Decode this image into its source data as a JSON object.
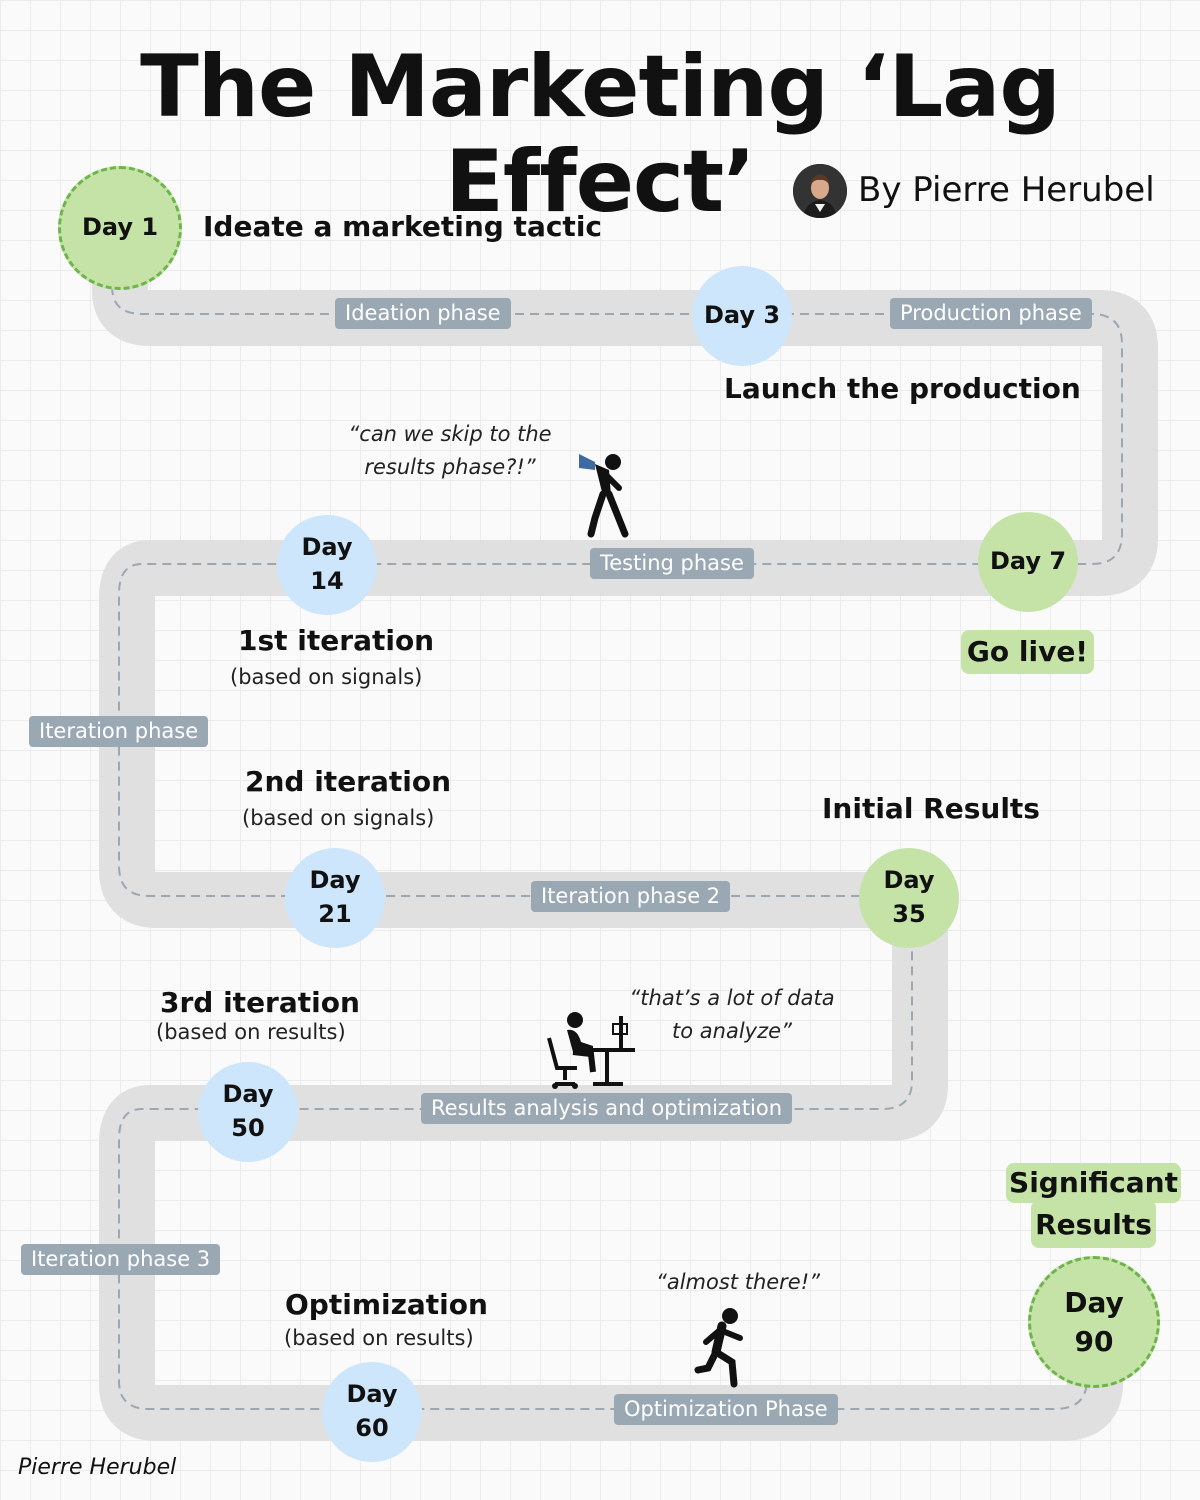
{
  "title": "The Marketing ‘Lag Effect’",
  "author": "By Pierre Herubel",
  "footer": "Pierre Herubel",
  "milestones": [
    {
      "label": "Day 1"
    },
    {
      "label": "Day 3"
    },
    {
      "label": "Day 7"
    },
    {
      "label": "Day\n14"
    },
    {
      "label": "Day\n21"
    },
    {
      "label": "Day\n35"
    },
    {
      "label": "Day\n50"
    },
    {
      "label": "Day\n60"
    },
    {
      "label": "Day\n90"
    }
  ],
  "phases": [
    "Ideation phase",
    "Production phase",
    "Testing phase",
    "Iteration phase",
    "Iteration phase 2",
    "Results analysis and optimization",
    "Iteration phase 3",
    "Optimization Phase"
  ],
  "annotations": {
    "ideate": "Ideate a marketing tactic",
    "launch": "Launch the production",
    "go_live": "Go live!",
    "iter1_title": "1st iteration",
    "iter1_sub": "(based on signals)",
    "iter2_title": "2nd iteration",
    "iter2_sub": "(based on signals)",
    "initial_results": "Initial Results",
    "iter3_title": "3rd iteration",
    "iter3_sub": "(based on results)",
    "opt_title": "Optimization",
    "opt_sub": "(based on results)",
    "significant": "Significant\nResults"
  },
  "quotes": {
    "skip": "“can we skip to the\nresults phase?!”",
    "data": "“that’s a lot of data\nto analyze”",
    "almost": "“almost there!”"
  },
  "icons": [
    "person-megaphone-icon",
    "person-desk-computer-icon",
    "person-running-icon",
    "author-avatar-icon"
  ],
  "colors": {
    "road": "#e0e0e0",
    "phase_label": "#9aa8b4",
    "blue_node": "#cde6fb",
    "green_node": "#c5e3a7",
    "green_dash": "#6db44a"
  }
}
